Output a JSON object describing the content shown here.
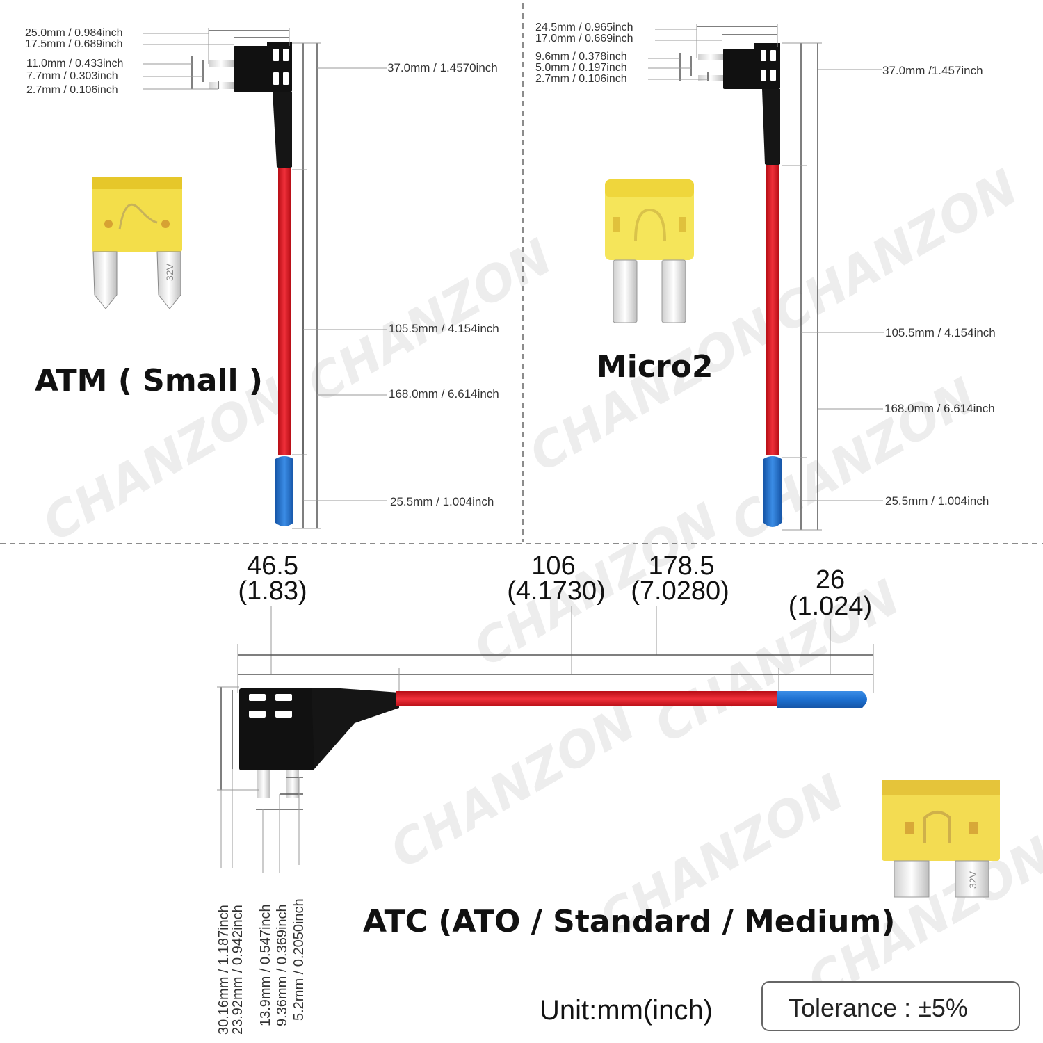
{
  "panels": {
    "atm": {
      "title": "ATM ( Small )",
      "dims_left": [
        "25.0mm / 0.984inch",
        "17.5mm / 0.689inch",
        "11.0mm / 0.433inch",
        "7.7mm / 0.303inch",
        "2.7mm / 0.106inch"
      ],
      "dims_right": [
        "37.0mm / 1.4570inch",
        "105.5mm / 4.154inch",
        "168.0mm / 6.614inch",
        "25.5mm / 1.004inch"
      ],
      "fuse_label": "32V"
    },
    "micro2": {
      "title": "Micro2",
      "dims_left": [
        "24.5mm / 0.965inch",
        "17.0mm / 0.669inch",
        "9.6mm / 0.378inch",
        "5.0mm / 0.197inch",
        "2.7mm / 0.106inch"
      ],
      "dims_right": [
        "37.0mm /1.457inch",
        "105.5mm / 4.154inch",
        "168.0mm / 6.614inch",
        "25.5mm / 1.004inch"
      ]
    },
    "atc": {
      "title": "ATC (ATO / Standard / Medium)",
      "top_dims": [
        {
          "value": "46.5",
          "inch": "(1.83)"
        },
        {
          "value": "106",
          "inch": "(4.1730)"
        },
        {
          "value": "178.5",
          "inch": "(7.0280)"
        },
        {
          "value": "26",
          "inch": "(1.024)"
        }
      ],
      "vertical_dims": [
        "30.16mm / 1.187inch",
        "23.92mm / 0.942inch",
        "13.9mm / 0.547inch",
        "9.36mm / 0.369inch",
        "5.2mm / 0.2050inch"
      ],
      "fuse_label": "32V"
    }
  },
  "footer": {
    "unit": "Unit:mm(inch)",
    "tolerance": "Tolerance : ±5%"
  },
  "watermark": "CHANZON",
  "colors": {
    "wire": "#e8141f",
    "terminal": "#1e74d6",
    "fuse_yellow": "#f4e04a",
    "holder": "#111111"
  }
}
